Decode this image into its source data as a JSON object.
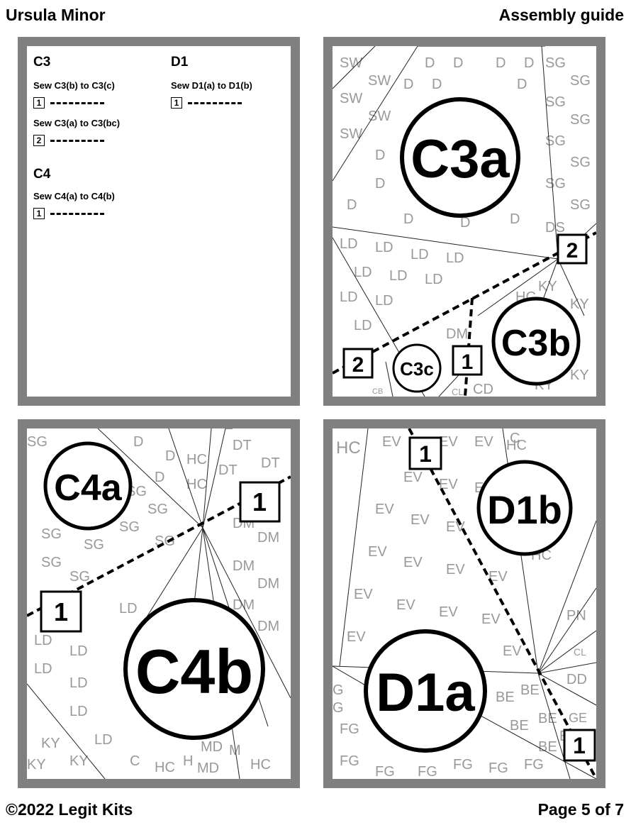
{
  "header": {
    "title": "Ursula Minor",
    "guide": "Assembly guide"
  },
  "footer": {
    "copyright": "©2022 Legit Kits",
    "page": "Page 5 of 7"
  },
  "instructions": {
    "sections": [
      {
        "title": "C3",
        "steps": [
          {
            "text": "Sew C3(b) to C3(c)",
            "num": "1"
          },
          {
            "text": "Sew C3(a) to C3(bc)",
            "num": "2"
          }
        ]
      },
      {
        "title": "C4",
        "steps": [
          {
            "text": "Sew C4(a) to C4(b)",
            "num": "1"
          }
        ]
      },
      {
        "title": "D1",
        "steps": [
          {
            "text": "Sew D1(a) to D1(b)",
            "num": "1"
          }
        ]
      }
    ]
  },
  "panels": {
    "c3": {
      "labels": {
        "big": "C3a",
        "mid": "C3b",
        "small": "C3c"
      },
      "steps": [
        "2",
        "2",
        "1"
      ],
      "regions": [
        "SW",
        "D",
        "SG",
        "LD",
        "DM",
        "KY",
        "HC",
        "CB",
        "CD",
        "CL",
        "DS"
      ]
    },
    "c4": {
      "labels": {
        "big": "C4b",
        "small": "C4a"
      },
      "steps": [
        "1",
        "1"
      ],
      "regions": [
        "SG",
        "D",
        "HC",
        "DT",
        "DM",
        "LD",
        "KY",
        "MD",
        "M",
        "H",
        "C"
      ]
    },
    "d1": {
      "labels": {
        "big": "D1a",
        "small": "D1b"
      },
      "steps": [
        "1",
        "1"
      ],
      "regions": [
        "HC",
        "EV",
        "BE",
        "FG",
        "G",
        "PN",
        "CL",
        "DD",
        "GE",
        "C",
        "B"
      ]
    }
  },
  "colors": {
    "frame": "#808080",
    "region_text": "#888888",
    "line": "#000000"
  }
}
